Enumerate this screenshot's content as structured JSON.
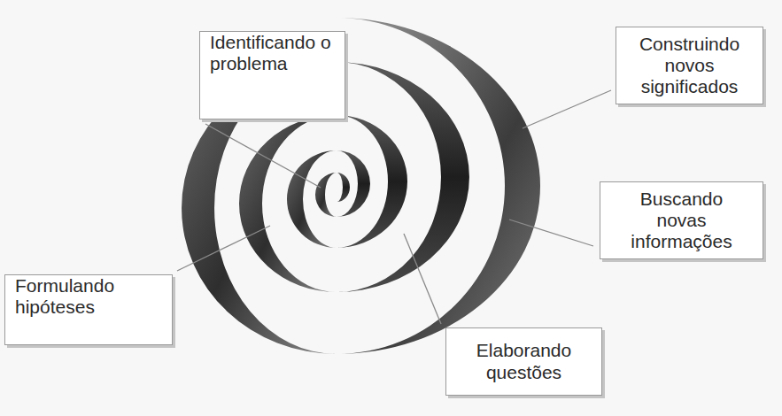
{
  "diagram": {
    "nodes": [
      {
        "text": [
          "Identificando o problema"
        ]
      },
      {
        "text": [
          "Construindo novos significados"
        ]
      },
      {
        "text": [
          "Buscando novas informações"
        ]
      },
      {
        "text": [
          "Formulando hipóteses"
        ]
      },
      {
        "text": [
          "Elaborando questões"
        ]
      }
    ]
  }
}
